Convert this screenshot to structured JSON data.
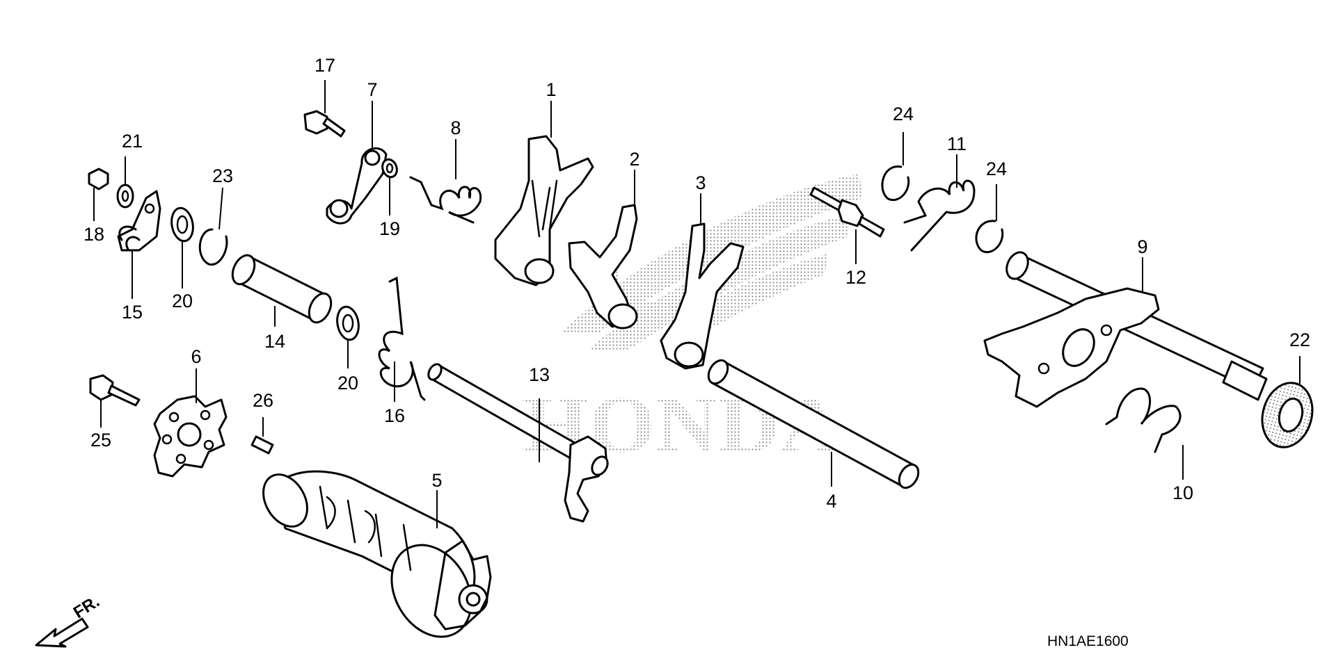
{
  "diagram": {
    "watermark_text": "HONDA",
    "direction_label": "FR.",
    "diagram_code": "HN1AE1600",
    "callouts": {
      "c1": "1",
      "c2": "2",
      "c3": "3",
      "c4": "4",
      "c5": "5",
      "c6": "6",
      "c7": "7",
      "c8": "8",
      "c9": "9",
      "c10": "10",
      "c11": "11",
      "c12": "12",
      "c13": "13",
      "c14": "14",
      "c15": "15",
      "c16": "16",
      "c17": "17",
      "c18": "18",
      "c19": "19",
      "c20a": "20",
      "c20b": "20",
      "c21": "21",
      "c22": "22",
      "c23": "23",
      "c24a": "24",
      "c24b": "24",
      "c25": "25",
      "c26": "26"
    },
    "icons": {
      "watermark": "honda-wing-logo",
      "front_direction": "arrow-front-icon"
    },
    "colors": {
      "line": "#000000",
      "background": "#ffffff",
      "watermark": "#9a9a9a"
    }
  }
}
